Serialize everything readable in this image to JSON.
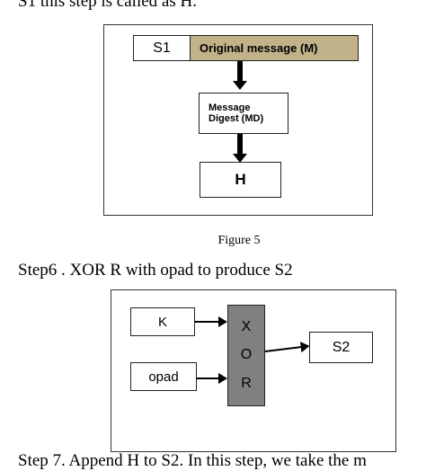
{
  "doc": {
    "top_line": "S1 this step is called as H.",
    "figure5": {
      "s1": "S1",
      "original_message": "Original message (M)",
      "md_line1": "Message",
      "md_line2": "Digest (MD)",
      "h": "H",
      "caption": "Figure 5"
    },
    "step6": "Step6 . XOR  R with opad to produce S2",
    "figure6": {
      "k": "K",
      "opad": "opad",
      "xor_x": "X",
      "xor_o": "O",
      "xor_r": "R",
      "s2": "S2"
    },
    "step7": "Step 7. Append H to S2. In this step, we take the m"
  },
  "colors": {
    "original_message_bg": "#c2b28a",
    "xor_bg": "#808080"
  }
}
